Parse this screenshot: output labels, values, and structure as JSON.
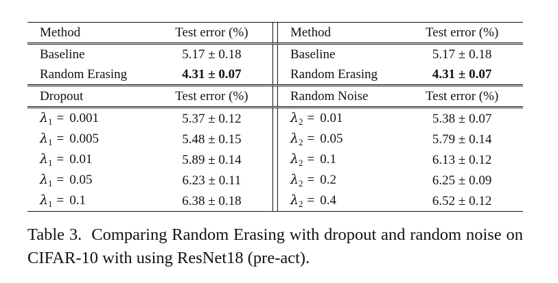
{
  "header1": {
    "method": "Method",
    "metric": "Test error (%)"
  },
  "header2": {
    "method": "Method",
    "metric": "Test error (%)"
  },
  "summary_rows": [
    {
      "left_method": "Baseline",
      "left_value": "5.17 ± 0.18",
      "right_method": "Baseline",
      "right_value": "5.17 ± 0.18"
    },
    {
      "left_method": "Random Erasing",
      "left_value": "4.31 ± 0.07",
      "right_method": "Random Erasing",
      "right_value": "4.31 ± 0.07"
    }
  ],
  "header3": {
    "left_method": "Dropout",
    "left_metric": "Test error (%)",
    "right_method": "Random Noise",
    "right_metric": "Test error (%)"
  },
  "param_rows": [
    {
      "l_sym": "λ",
      "l_sub": "1",
      "l_eq": "=",
      "l_val": "0.001",
      "l_err": "5.37 ± 0.12",
      "r_sym": "λ",
      "r_sub": "2",
      "r_eq": "=",
      "r_val": "0.01",
      "r_err": "5.38 ± 0.07"
    },
    {
      "l_sym": "λ",
      "l_sub": "1",
      "l_eq": "=",
      "l_val": "0.005",
      "l_err": "5.48 ± 0.15",
      "r_sym": "λ",
      "r_sub": "2",
      "r_eq": "=",
      "r_val": "0.05",
      "r_err": "5.79 ± 0.14"
    },
    {
      "l_sym": "λ",
      "l_sub": "1",
      "l_eq": "=",
      "l_val": "0.01",
      "l_err": "5.89 ± 0.14",
      "r_sym": "λ",
      "r_sub": "2",
      "r_eq": "=",
      "r_val": "0.1",
      "r_err": "6.13 ± 0.12"
    },
    {
      "l_sym": "λ",
      "l_sub": "1",
      "l_eq": "=",
      "l_val": "0.05",
      "l_err": "6.23 ± 0.11",
      "r_sym": "λ",
      "r_sub": "2",
      "r_eq": "=",
      "r_val": "0.2",
      "r_err": "6.25 ± 0.09"
    },
    {
      "l_sym": "λ",
      "l_sub": "1",
      "l_eq": "=",
      "l_val": "0.1",
      "l_err": "6.38 ± 0.18",
      "r_sym": "λ",
      "r_sub": "2",
      "r_eq": "=",
      "r_val": "0.4",
      "r_err": "6.52 ± 0.12"
    }
  ],
  "caption": {
    "label": "Table 3.",
    "text": "Comparing Random Erasing with dropout and random noise on CIFAR-10 with using ResNet18 (pre-act)."
  }
}
